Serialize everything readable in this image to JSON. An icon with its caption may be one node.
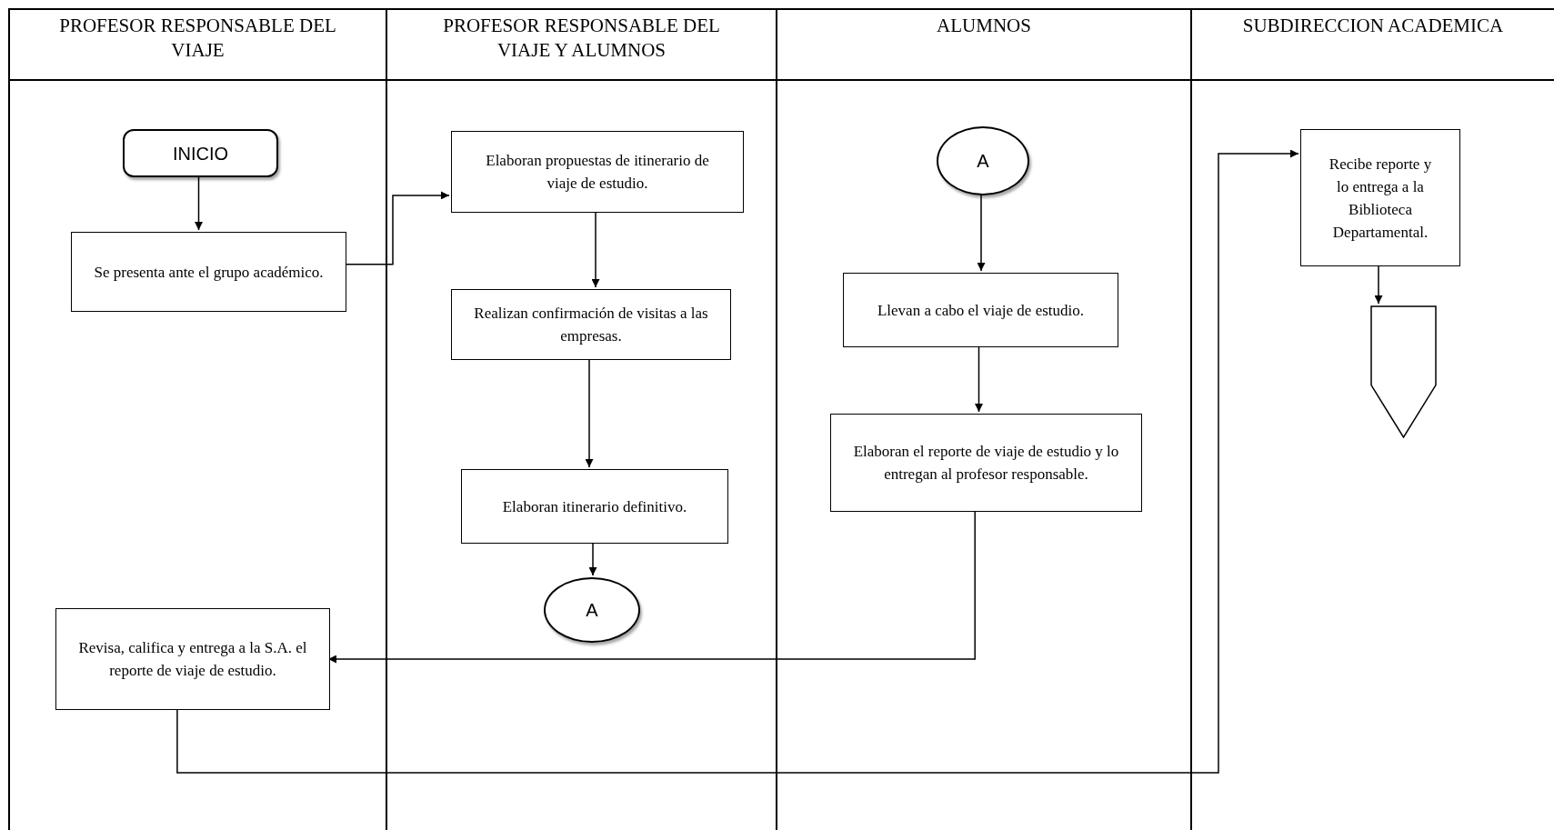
{
  "diagram": {
    "nodes": [
      {
        "text": [
          "PROFESOR RESPONSABLE DEL VIAJE"
        ]
      },
      {
        "text": [
          "PROFESOR RESPONSABLE DEL VIAJE Y ALUMNOS"
        ]
      },
      {
        "text": [
          "ALUMNOS"
        ]
      },
      {
        "text": [
          "SUBDIRECCION ACADEMICA"
        ]
      },
      {
        "text": [
          "INICIO"
        ],
        "in": 0
      },
      {
        "text": [
          "Se presenta ante el grupo académico."
        ],
        "in": 0
      },
      {
        "text": [
          "Elaboran propuestas de itinerario de viaje de estudio."
        ],
        "in": 1
      },
      {
        "text": [
          "Realizan confirmación de visitas a las empresas."
        ],
        "in": 1
      },
      {
        "text": [
          "Elaboran itinerario definitivo."
        ],
        "in": 1
      },
      {
        "text": [
          "A"
        ],
        "in": 1
      },
      {
        "text": [
          "A"
        ],
        "in": 2
      },
      {
        "text": [
          "Llevan a cabo el viaje de estudio."
        ],
        "in": 2
      },
      {
        "text": [
          "Elaboran el reporte de viaje de estudio y lo entregan al profesor responsable."
        ],
        "in": 2
      },
      {
        "text": [
          "Revisa, califica y entrega a la S.A. el reporte de viaje de estudio."
        ],
        "in": 0
      },
      {
        "text": [
          "Recibe reporte y lo entrega a la Biblioteca Departamental."
        ],
        "in": 3
      },
      {
        "text": [],
        "shape": "pentagon",
        "in": 3
      }
    ],
    "edges": [
      {
        "from": 4,
        "to": 5,
        "arrow": "to"
      },
      {
        "from": 5,
        "to": 6,
        "arrow": "to"
      },
      {
        "from": 6,
        "to": 7,
        "arrow": "to"
      },
      {
        "from": 7,
        "to": 8,
        "arrow": "to"
      },
      {
        "from": 8,
        "to": 9,
        "arrow": "to"
      },
      {
        "from": 10,
        "to": 11,
        "arrow": "to"
      },
      {
        "from": 11,
        "to": 12,
        "arrow": "to"
      },
      {
        "from": 12,
        "to": 13,
        "arrow": "to"
      },
      {
        "from": 13,
        "to": 14,
        "arrow": "to"
      },
      {
        "from": 14,
        "to": 15,
        "arrow": "to"
      }
    ]
  }
}
